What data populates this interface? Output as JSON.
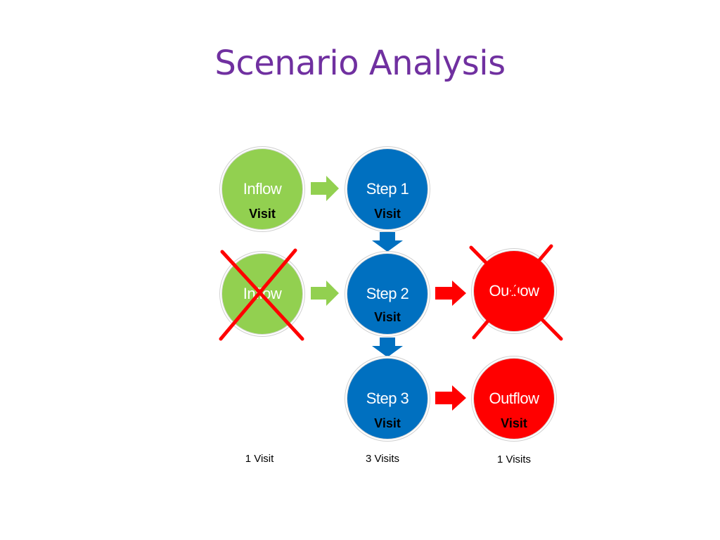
{
  "title": "Scenario Analysis",
  "colors": {
    "title": "#7030A0",
    "inflow": "#92D050",
    "step": "#0070C0",
    "outflow": "#FF0000",
    "cross": "#FF0000"
  },
  "nodes": {
    "inflow_1": {
      "label": "Inflow",
      "sub": "Visit",
      "crossed": false
    },
    "step_1": {
      "label": "Step 1",
      "sub": "Visit"
    },
    "inflow_2": {
      "label": "Inflow",
      "sub": "",
      "crossed": true
    },
    "step_2": {
      "label": "Step 2",
      "sub": "Visit"
    },
    "outflow_1": {
      "label": "Outflow",
      "sub": "",
      "crossed": true
    },
    "step_3": {
      "label": "Step 3",
      "sub": "Visit"
    },
    "outflow_2": {
      "label": "Outflow",
      "sub": "Visit",
      "crossed": false
    }
  },
  "counts": {
    "inflow": "1 Visit",
    "steps": "3 Visits",
    "outflow": "1 Visits"
  }
}
